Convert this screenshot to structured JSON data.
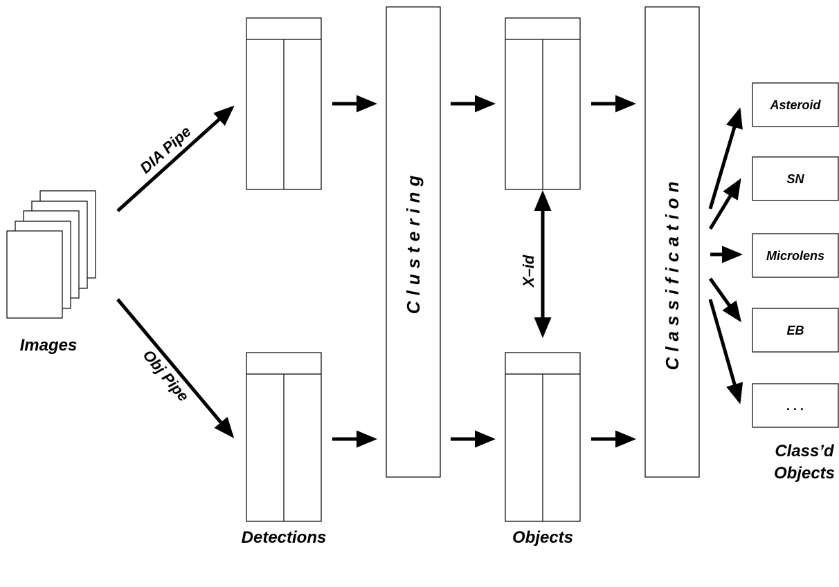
{
  "labels": {
    "images": "Images",
    "detections": "Detections",
    "objects": "Objects",
    "classd_line1": "Class’d",
    "classd_line2": "Objects"
  },
  "pipes": {
    "dia": "DIA Pipe",
    "obj": "Obj Pipe"
  },
  "stages": {
    "clustering": "Clustering",
    "classification": "Classification",
    "xid": "X–id"
  },
  "classes": [
    "Asteroid",
    "SN",
    "Microlens",
    "EB",
    ". . ."
  ],
  "colors": {
    "ink": "#000000",
    "paper": "#ffffff"
  }
}
